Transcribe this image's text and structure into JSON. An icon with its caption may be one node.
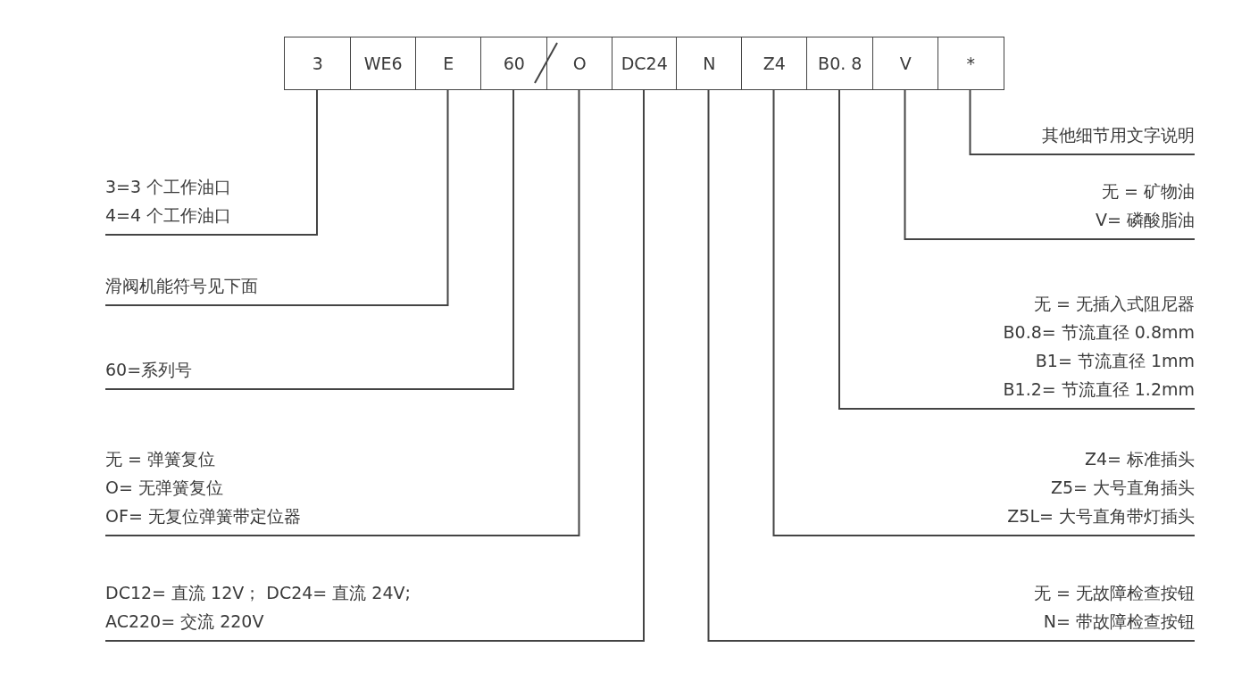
{
  "diagram": {
    "nodes": [
      {
        "text": [
          "3"
        ]
      },
      {
        "text": [
          "WE6"
        ]
      },
      {
        "text": [
          "E"
        ]
      },
      {
        "text": [
          "60"
        ]
      },
      {
        "text": [
          "O"
        ]
      },
      {
        "text": [
          "DC24"
        ]
      },
      {
        "text": [
          "N"
        ]
      },
      {
        "text": [
          "Z4"
        ]
      },
      {
        "text": [
          "B0. 8"
        ]
      },
      {
        "text": [
          "V"
        ]
      },
      {
        "text": [
          "*"
        ]
      },
      {
        "text": [
          "3=3 个工作油口",
          "4=4 个工作油口"
        ]
      },
      {
        "text": [
          "滑阀机能符号见下面"
        ]
      },
      {
        "text": [
          "60=系列号"
        ]
      },
      {
        "text": [
          "无 = 弹簧复位",
          "O= 无弹簧复位",
          "OF= 无复位弹簧带定位器"
        ]
      },
      {
        "text": [
          "DC12= 直流 12V； DC24= 直流 24V;",
          "AC220= 交流 220V"
        ]
      },
      {
        "text": [
          "其他细节用文字说明"
        ]
      },
      {
        "text": [
          "无 = 矿物油",
          "V= 磷酸脂油"
        ]
      },
      {
        "text": [
          "无 = 无插入式阻尼器",
          "B0.8= 节流直径 0.8mm",
          "B1= 节流直径 1mm",
          "B1.2= 节流直径 1.2mm"
        ]
      },
      {
        "text": [
          "Z4= 标准插头",
          "Z5= 大号直角插头",
          "Z5L= 大号直角带灯插头"
        ]
      },
      {
        "text": [
          "无 = 无故障检查按钮",
          "N= 带故障检查按钮"
        ]
      }
    ],
    "edges": [
      {
        "from": 11,
        "to": 0,
        "arrow": "none"
      },
      {
        "from": 12,
        "to": 2,
        "arrow": "none"
      },
      {
        "from": 13,
        "to": 3,
        "arrow": "none"
      },
      {
        "from": 14,
        "to": 4,
        "arrow": "none"
      },
      {
        "from": 15,
        "to": 5,
        "arrow": "none"
      },
      {
        "from": 16,
        "to": 10,
        "arrow": "none"
      },
      {
        "from": 17,
        "to": 9,
        "arrow": "none"
      },
      {
        "from": 18,
        "to": 8,
        "arrow": "none"
      },
      {
        "from": 19,
        "to": 7,
        "arrow": "none"
      },
      {
        "from": 20,
        "to": 6,
        "arrow": "none"
      }
    ]
  }
}
